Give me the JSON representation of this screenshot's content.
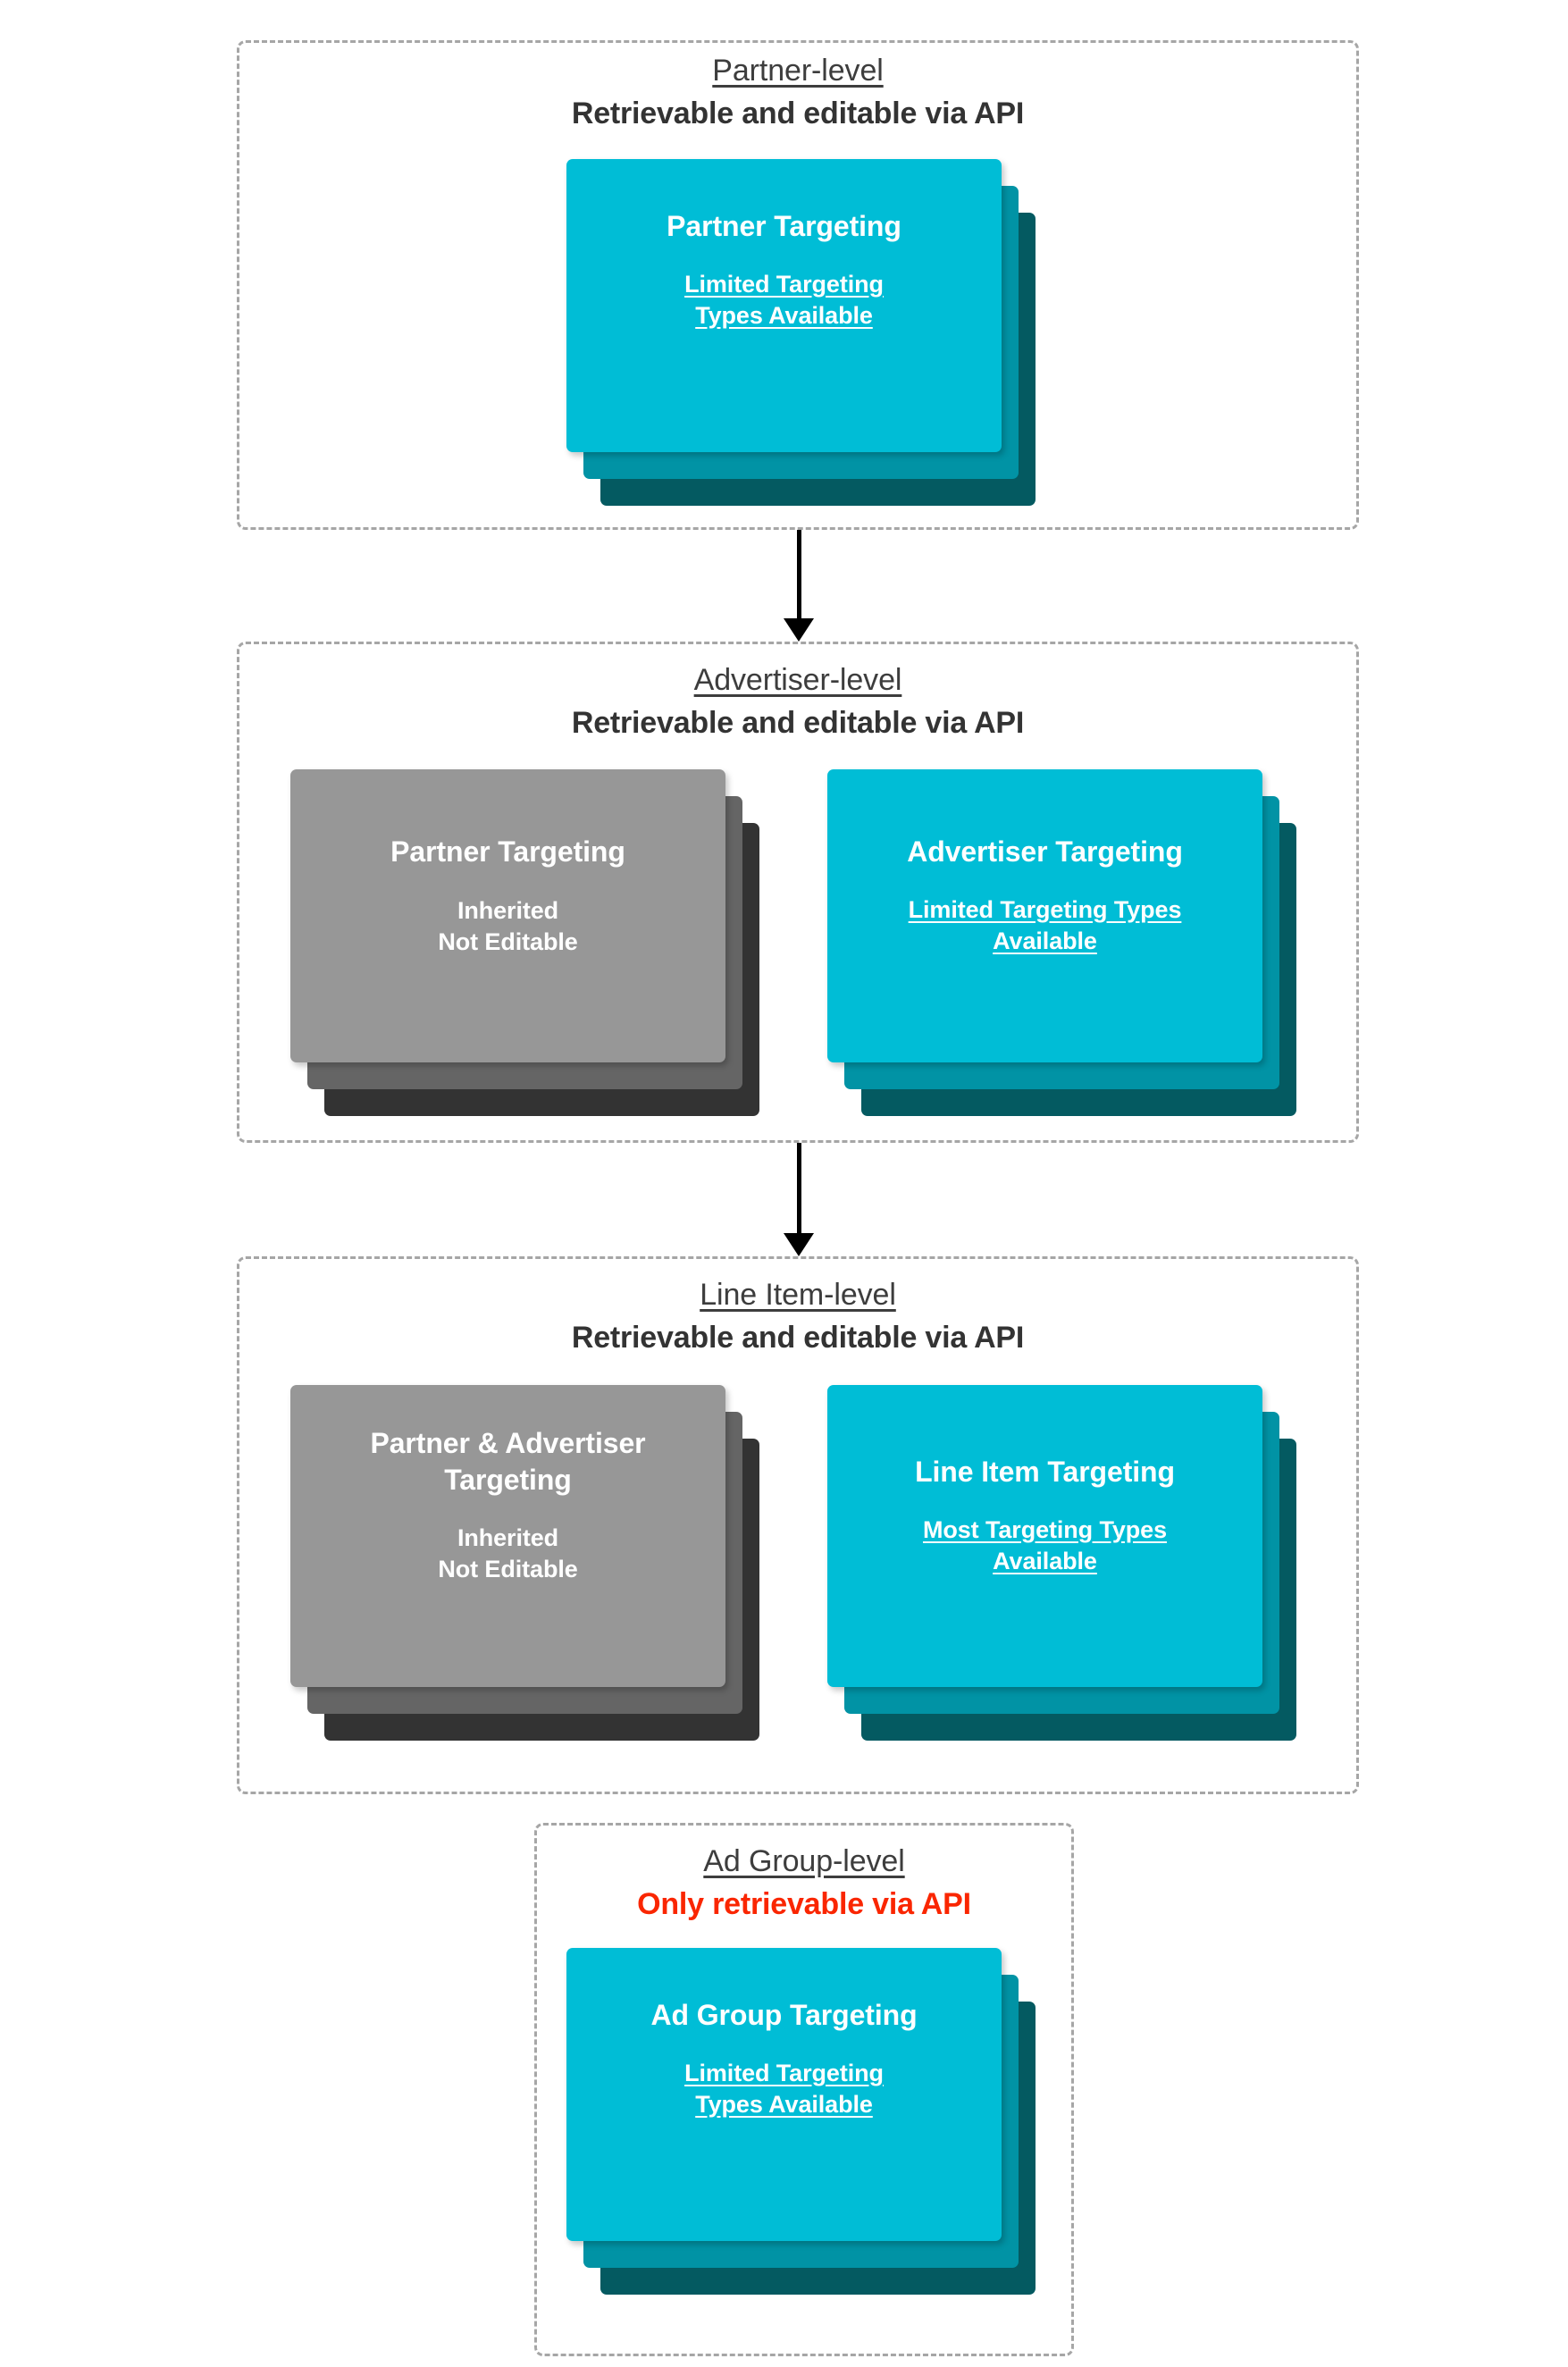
{
  "diagram": {
    "title_semantic": "DV360 targeting inheritance hierarchy",
    "colors": {
      "card_cyan_front": "#00BDD6",
      "card_cyan_mid": "#0193A5",
      "card_cyan_back": "#045A61",
      "card_grey_front": "#979797",
      "card_grey_mid": "#656565",
      "card_grey_back": "#333333",
      "dashed_border": "#A6A6A6",
      "heading_text": "#333333",
      "danger_text": "#FA2600",
      "card_text": "#FFFFFF",
      "arrow": "#000000",
      "background": "#FFFFFF"
    },
    "levels": [
      {
        "id": "partner-level",
        "name": "Partner-level",
        "api_note": "Retrievable and editable via API",
        "api_note_danger": false,
        "cards": [
          {
            "id": "partner-targeting",
            "style": "cyan",
            "title": "Partner Targeting",
            "subtitle": "Limited Targeting Types Available",
            "subtitle_underlined": true
          }
        ]
      },
      {
        "id": "advertiser-level",
        "name": "Advertiser-level",
        "api_note": "Retrievable and editable via API",
        "api_note_danger": false,
        "cards": [
          {
            "id": "inherited-partner-targeting",
            "style": "grey",
            "title": "Partner Targeting",
            "subtitle": "Inherited\nNot Editable",
            "subtitle_underlined": false
          },
          {
            "id": "advertiser-targeting",
            "style": "cyan",
            "title": "Advertiser Targeting",
            "subtitle": "Limited Targeting Types Available",
            "subtitle_underlined": true
          }
        ]
      },
      {
        "id": "line-item-level",
        "name": "Line Item-level",
        "api_note": "Retrievable and editable via API",
        "api_note_danger": false,
        "cards": [
          {
            "id": "inherited-partner-advertiser-targeting",
            "style": "grey",
            "title": "Partner & Advertiser Targeting",
            "subtitle": "Inherited\nNot Editable",
            "subtitle_underlined": false
          },
          {
            "id": "line-item-targeting",
            "style": "cyan",
            "title": "Line Item Targeting",
            "subtitle": "Most Targeting Types Available",
            "subtitle_underlined": true
          }
        ]
      },
      {
        "id": "ad-group-level",
        "name": "Ad Group-level",
        "api_note": "Only retrievable via API",
        "api_note_danger": true,
        "cards": [
          {
            "id": "ad-group-targeting",
            "style": "cyan",
            "title": "Ad Group Targeting",
            "subtitle": "Limited Targeting Types Available",
            "subtitle_underlined": true
          }
        ]
      }
    ],
    "connectors": [
      {
        "id": "partner-to-advertiser",
        "from": "partner-level",
        "to": "advertiser-level"
      },
      {
        "id": "advertiser-to-line-item",
        "from": "advertiser-level",
        "to": "line-item-level"
      }
    ]
  }
}
